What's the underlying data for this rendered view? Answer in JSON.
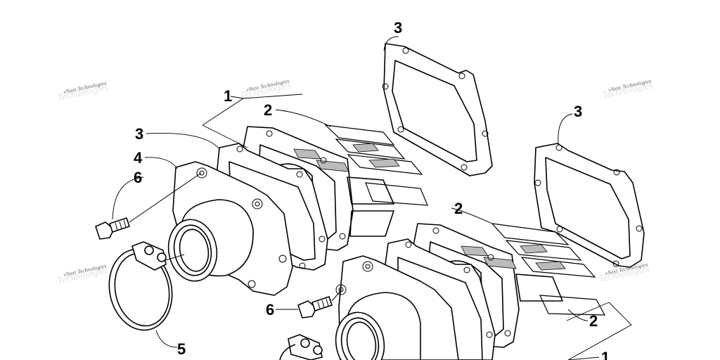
{
  "diagram": {
    "callouts": [
      "1",
      "2",
      "3",
      "3",
      "4",
      "6",
      "2",
      "3",
      "2",
      "6",
      "5",
      "1"
    ]
  },
  "watermark": {
    "text": "vNext Technologies"
  }
}
